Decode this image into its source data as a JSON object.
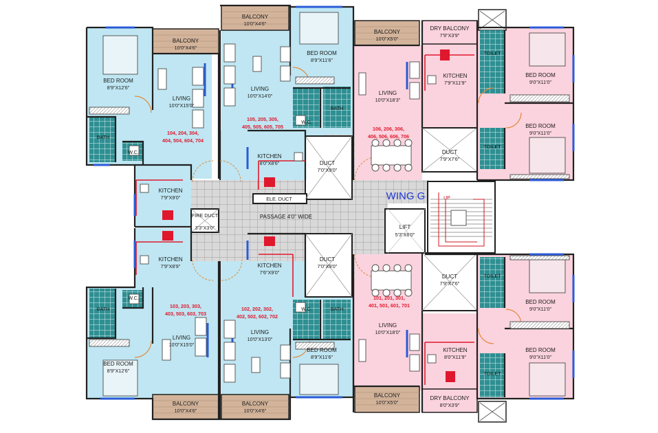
{
  "labels": {
    "balcony": "BALCONY",
    "dry_balcony": "DRY BALCONY",
    "bed_room": "BED ROOM",
    "living": "LIVING",
    "kitchen": "KITCHEN",
    "bath": "BATH",
    "toilet": "TOILET",
    "wc": "W.C.",
    "duct": "DUCT",
    "fire_duct": "FIRE DUCT",
    "elec_duct": "ELE. DUCT",
    "lift": "LIFT",
    "passage": "PASSAGE 4'0\" WIDE",
    "wing": "WING G",
    "up": "UP"
  },
  "dims": {
    "bal_10_4_6": "10'0\"X4'6\"",
    "bal_10_5": "10'0\"X5'0\"",
    "dry_top": "7'9\"X3'9\"",
    "dry_bot": "8'0\"X3'9\"",
    "bed_8_9_12_6": "8'9\"X12'6\"",
    "bed_8_9_11_6": "8'9\"X11'6\"",
    "bed_9_11": "9'0\"X11'0\"",
    "liv_10_15": "10'0\"X15'0\"",
    "liv_10_14": "10'0\"X14'0\"",
    "liv_10_13": "10'0\"X13'0\"",
    "liv_10_18_3": "10'0\"X18'3\"",
    "liv_10_18": "10'0\"X18'0\"",
    "kit_7_9_9": "7'9\"X9'0\"",
    "kit_7_9_8_9": "7'9\"X8'9\"",
    "kit_8_8_6": "8'0\"X8'6\"",
    "kit_7_6_9": "7'6\"X9'0\"",
    "kit_7_9_11_9": "7'9\"X11'9\"",
    "kit_8_11_9": "8'0\"X11'9\"",
    "duct_7_9": "7'0\"X9'0\"",
    "duct_7_9_7_6": "7'9\"X7'6\"",
    "fire_duct": "3'3\"X3'0\"",
    "lift": "5'3\"X6'0\""
  },
  "units": {
    "u104": [
      "104, 204, 304,",
      "404, 504, 604, 704"
    ],
    "u105": [
      "105, 205, 305,",
      "405, 505, 605, 705"
    ],
    "u106": [
      "106, 206, 306,",
      "406, 506, 606, 706"
    ],
    "u103": [
      "103, 203, 303,",
      "403, 503, 603, 703"
    ],
    "u102": [
      "102, 202, 302,",
      "402, 502, 602, 702"
    ],
    "u101": [
      "101, 201, 301,",
      "401, 501, 601, 701"
    ]
  },
  "colors": {
    "blue_unit": "#bfe6f2",
    "pink_unit": "#fbd3de",
    "balcony": "#d3b49b",
    "bath_tile": "#2f8f92",
    "passage": "#d9d9d9",
    "wall": "#202020",
    "window": "#2a5bd7",
    "door": "#e38a3c",
    "accent_red": "#e0182d",
    "wing_text": "#1f37d8"
  }
}
